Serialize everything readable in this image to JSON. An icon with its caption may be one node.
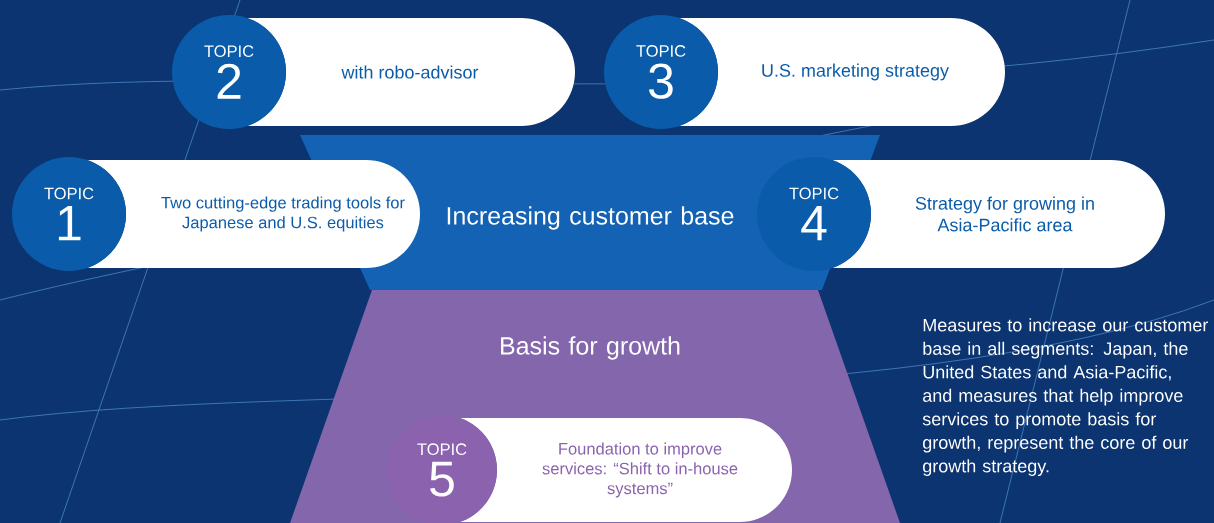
{
  "diagram": {
    "nodes": [
      {
        "text": [
          "with robo-advisor"
        ]
      },
      {
        "text": [
          "TOPIC",
          "2"
        ]
      },
      {
        "text": [
          "U.S. marketing strategy"
        ]
      },
      {
        "text": [
          "TOPIC",
          "3"
        ]
      },
      {
        "text": [
          "Two cutting-edge trading tools for Japanese and U.S. equities"
        ]
      },
      {
        "text": [
          "TOPIC",
          "1"
        ]
      },
      {
        "text": [
          "Increasing customer base"
        ]
      },
      {
        "text": [
          "Strategy for growing in Asia-Pacific area"
        ]
      },
      {
        "text": [
          "TOPIC",
          "4"
        ],
        "in": 6
      },
      {
        "text": [
          "Basis for growth"
        ]
      },
      {
        "text": [
          "Foundation to improve services: “Shift to in-house systems”"
        ],
        "in": 9
      },
      {
        "text": [
          "TOPIC",
          "5"
        ],
        "in": 9
      }
    ],
    "labels": [
      "Measures to increase our customer base in all segments: Japan, the United States and Asia-Pacific, and measures that help improve services to promote basis for growth, represent the core of our growth strategy."
    ]
  }
}
